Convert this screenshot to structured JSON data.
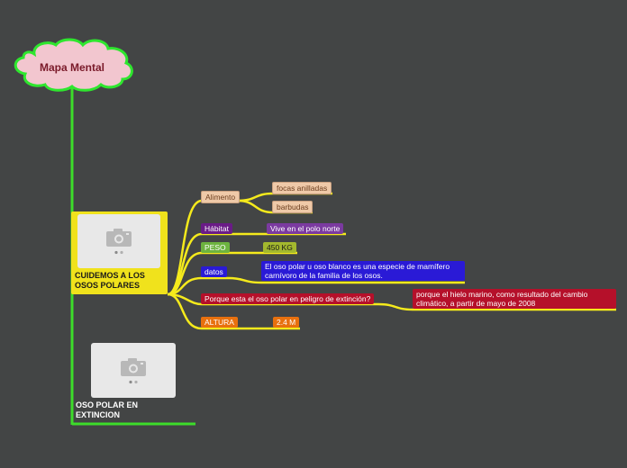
{
  "root": {
    "title": "Mapa Mental"
  },
  "topics": [
    {
      "title": "CUIDEMOS A LOS OSOS POLARES",
      "image_icon": "camera-icon",
      "branches": [
        {
          "key": "alimento",
          "label": "Alimento",
          "color": "#efc9a8",
          "text_color": "#6b3d1e",
          "children": [
            {
              "label": "focas anilladas",
              "color": "#efc9a8",
              "text_color": "#6b3d1e"
            },
            {
              "label": "barbudas",
              "color": "#efc9a8",
              "text_color": "#6b3d1e"
            }
          ]
        },
        {
          "key": "habitat",
          "label": "Hábitat",
          "color": "#6a1b87",
          "text_color": "#ffffff",
          "children": [
            {
              "label": "Vive en el polo norte",
              "color": "#7b3aa0",
              "text_color": "#ffffff"
            }
          ]
        },
        {
          "key": "peso",
          "label": "PESO",
          "color": "#6db33f",
          "text_color": "#ffffff",
          "children": [
            {
              "label": "450 KG",
              "color": "#a3b82e",
              "text_color": "#1a1a1a"
            }
          ]
        },
        {
          "key": "datos",
          "label": "datos",
          "color": "#2a1ad6",
          "text_color": "#ffffff",
          "children": [
            {
              "label": "El oso polar u oso blanco es una especie de mamífero carnívoro de la familia de los osos.",
              "color": "#2a1ad6",
              "text_color": "#ffffff"
            }
          ]
        },
        {
          "key": "peligro",
          "label": "Porque esta el oso polar en peligro de extinción?",
          "color": "#b5102a",
          "text_color": "#ffffff",
          "children": [
            {
              "label": "porque el hielo marino, como resultado del cambio climático, a partir de mayo de 2008",
              "color": "#b5102a",
              "text_color": "#ffffff"
            }
          ]
        },
        {
          "key": "altura",
          "label": "ALTURA",
          "color": "#e8700e",
          "text_color": "#ffffff",
          "children": [
            {
              "label": "2.4 M",
              "color": "#e8700e",
              "text_color": "#ffffff"
            }
          ]
        }
      ]
    },
    {
      "title": "OSO POLAR EN EXTINCION",
      "image_icon": "camera-icon"
    }
  ],
  "colors": {
    "background": "#434545",
    "root_fill": "#f2c6cf",
    "root_border": "#2ee62e",
    "trunk": "#3ddc2a",
    "branch_line": "#f5ea1c"
  }
}
